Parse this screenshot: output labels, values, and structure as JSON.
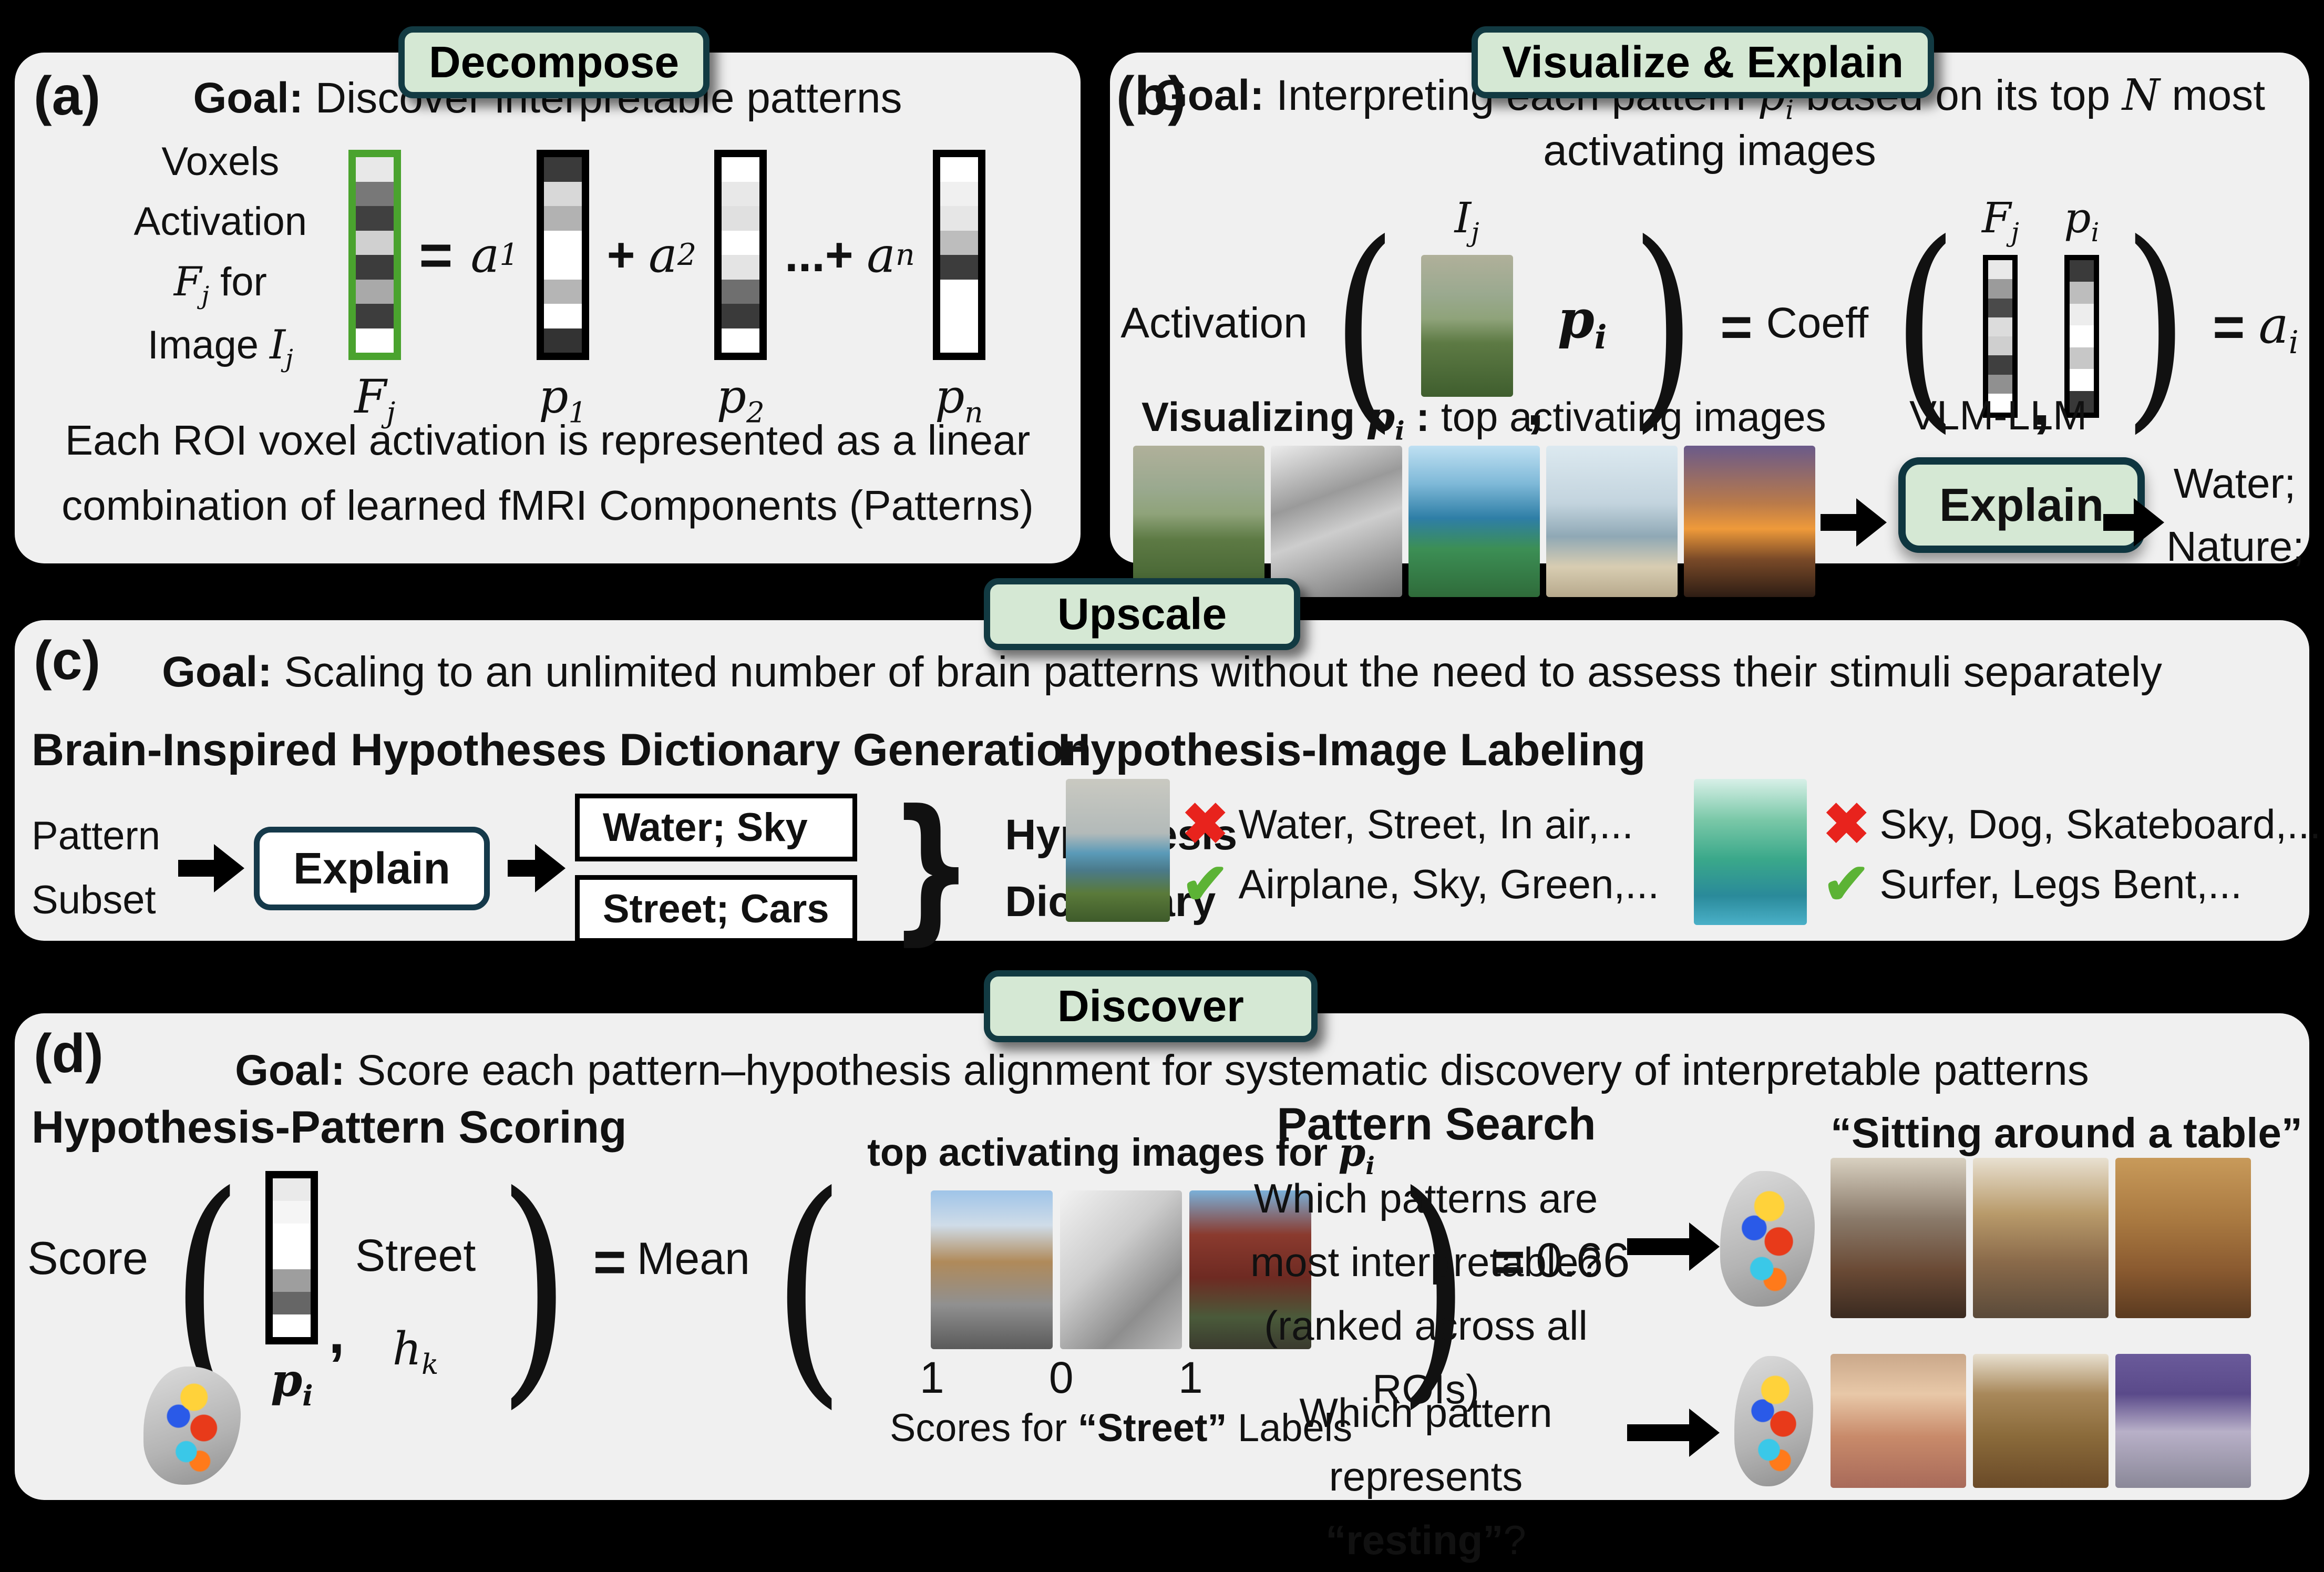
{
  "colors": {
    "background": "#000000",
    "panel_bg": "#f0f0f0",
    "chip_bg": "#d5e8d4",
    "chip_border": "#123a42",
    "vector_highlight_green": "#4aa32e",
    "check_green": "#5cb335",
    "cross_red": "#e8231d"
  },
  "chips": {
    "a": "Decompose",
    "b": "Visualize & Explain",
    "c": "Upscale",
    "d": "Discover"
  },
  "panel_a": {
    "tag": "(a)",
    "goal": {
      "b": "Goal:",
      "r": " Discover interpretable patterns"
    },
    "side": {
      "l1": "Voxels",
      "l2": "Activation",
      "l3a": "F",
      "l3s": "j",
      "l3b": " for",
      "l4a": "Image ",
      "l4b": "I",
      "l4s": "j"
    },
    "fj": {
      "label": "F",
      "sub": "j",
      "cells": [
        "#e8e8e8",
        "#787878",
        "#404040",
        "#d0d0d0",
        "#3c3c3c",
        "#a9a9a9",
        "#3d3d3d",
        "#ffffff"
      ]
    },
    "p1": {
      "label": "p",
      "sub": "1",
      "cells": [
        "#3a3a3a",
        "#d8d8d8",
        "#b2b2b2",
        "#ffffff",
        "#ffffff",
        "#b5b5b5",
        "#ffffff",
        "#333333"
      ]
    },
    "p2": {
      "label": "p",
      "sub": "2",
      "cells": [
        "#ffffff",
        "#e8e8e8",
        "#e0e0e0",
        "#ffffff",
        "#e4e4e4",
        "#6f6f6f",
        "#3a3a3a",
        "#ffffff"
      ]
    },
    "pn": {
      "label": "p",
      "sub": "n",
      "cells": [
        "#ffffff",
        "#f0f0f0",
        "#e6e6e6",
        "#bdbdbd",
        "#3c3c3c",
        "#ffffff",
        "#ffffff",
        "#ffffff"
      ]
    },
    "terms": {
      "eq": "=",
      "a": "a",
      "s1": "1",
      "plus": "+",
      "s2": "2",
      "dots": "...+",
      "sn": "n"
    },
    "caption1": "Each ROI voxel activation is represented as a linear",
    "caption2": "combination of learned fMRI Components (Patterns)"
  },
  "panel_b": {
    "tag": "(b)",
    "goal": {
      "b": "Goal:",
      "r1": " Interpreting each pattern ",
      "pi": "p",
      "pis": "i",
      "r2": " based on its top ",
      "n": "N",
      "r3": " most",
      "r4": "activating images"
    },
    "eq": {
      "activation": "Activation",
      "lp": "(",
      "rp": ")",
      "img_label": "I",
      "img_sub": "j",
      "comma": ",",
      "pi": "p",
      "pis": "i",
      "eq1": "=",
      "coeff": "Coeff",
      "fj": "F",
      "fjs": "j",
      "pi2": "p",
      "pi2s": "i",
      "eq2": "=",
      "ai": "a",
      "ais": "i"
    },
    "fcol": [
      "#e9e9e9",
      "#9b9b9b",
      "#4a4a4a",
      "#dcdcdc",
      "#cfcfcf",
      "#3f3f3f",
      "#909090",
      "#ffffff"
    ],
    "pcol": [
      "#3a3a3a",
      "#bdbdbd",
      "#ededed",
      "#ffffff",
      "#c7c7c7",
      "#ffffff",
      "#383838"
    ],
    "vis": {
      "b": "Visualizing ",
      "pi": "p",
      "pis": "i",
      "colon": " :",
      "r": " top activating images"
    },
    "images": [
      "buffalo-riverbank",
      "bw-ocean-wave",
      "coastal-cliff-sheep",
      "coastline-aerial",
      "sunset-beach"
    ],
    "vlm": "VLM-LLM",
    "explain": "Explain",
    "out1": "Water;",
    "out2": "Nature;"
  },
  "panel_c": {
    "tag": "(c)",
    "goal": {
      "b": "Goal:",
      "r": " Scaling to an unlimited number of brain patterns without the need to assess their stimuli separately"
    },
    "left_heading": "Brain-Inspired Hypotheses Dictionary Generation",
    "pattern1": "Pattern",
    "pattern2": "Subset",
    "explain": "Explain",
    "box1": "Water; Sky",
    "box2": "Street; Cars",
    "brace": "}",
    "dict1": "Hypothesis",
    "dict2": "Dictionary",
    "right_heading": "Hypothesis-Image Labeling",
    "airplane": {
      "img": "airplane-runway",
      "no": "Water, Street, In air,...",
      "yes": "Airplane, Sky, Green,..."
    },
    "surfer": {
      "img": "surfer-wave",
      "no": "Sky, Dog, Skateboard,...",
      "yes": "Surfer, Legs Bent,..."
    }
  },
  "panel_d": {
    "tag": "(d)",
    "goal": {
      "b": "Goal:",
      "r": " Score each pattern–hypothesis alignment for systematic discovery of interpretable patterns"
    },
    "left_heading": "Hypothesis-Pattern Scoring",
    "top_caption": {
      "r": "top activating images for ",
      "pi": "p",
      "pis": "i"
    },
    "eq": {
      "score": "Score",
      "lp": "(",
      "comma": ",",
      "street": "Street",
      "rp": ")",
      "eq1": "=",
      "mean": "Mean",
      "lp2": "(",
      "rp2": ")",
      "eq2": "=",
      "val": "0.66",
      "pi": "p",
      "pis": "i",
      "h": "h",
      "hs": "k"
    },
    "pcol": [
      "#eaeaea",
      "#f5f5f5",
      "#ffffff",
      "#ffffff",
      "#9e9e9e",
      "#666666",
      "#ffffff"
    ],
    "images": [
      "street-daytime",
      "bw-beach-wave",
      "street-restaurant"
    ],
    "digits": [
      "1",
      "0",
      "1"
    ],
    "caption": {
      "r1": "Scores for ",
      "b": "“Street”",
      "r2": " Labels"
    },
    "right_heading": "Pattern Search",
    "quote_heading": "“Sitting around a table”",
    "q1": {
      "l1": "Which patterns are",
      "l2": "most interpretable?",
      "l3": "(ranked across all ROIs)"
    },
    "q2": {
      "l1": "Which pattern",
      "l2a": "represents ",
      "l2b": "“resting”",
      "l2c": "?"
    },
    "row1_images": [
      "dinner-table-group",
      "cafe-table-people",
      "family-dinner-table"
    ],
    "row2_images": [
      "sleeping-child",
      "sleeping-animal",
      "person-resting-couch"
    ]
  }
}
